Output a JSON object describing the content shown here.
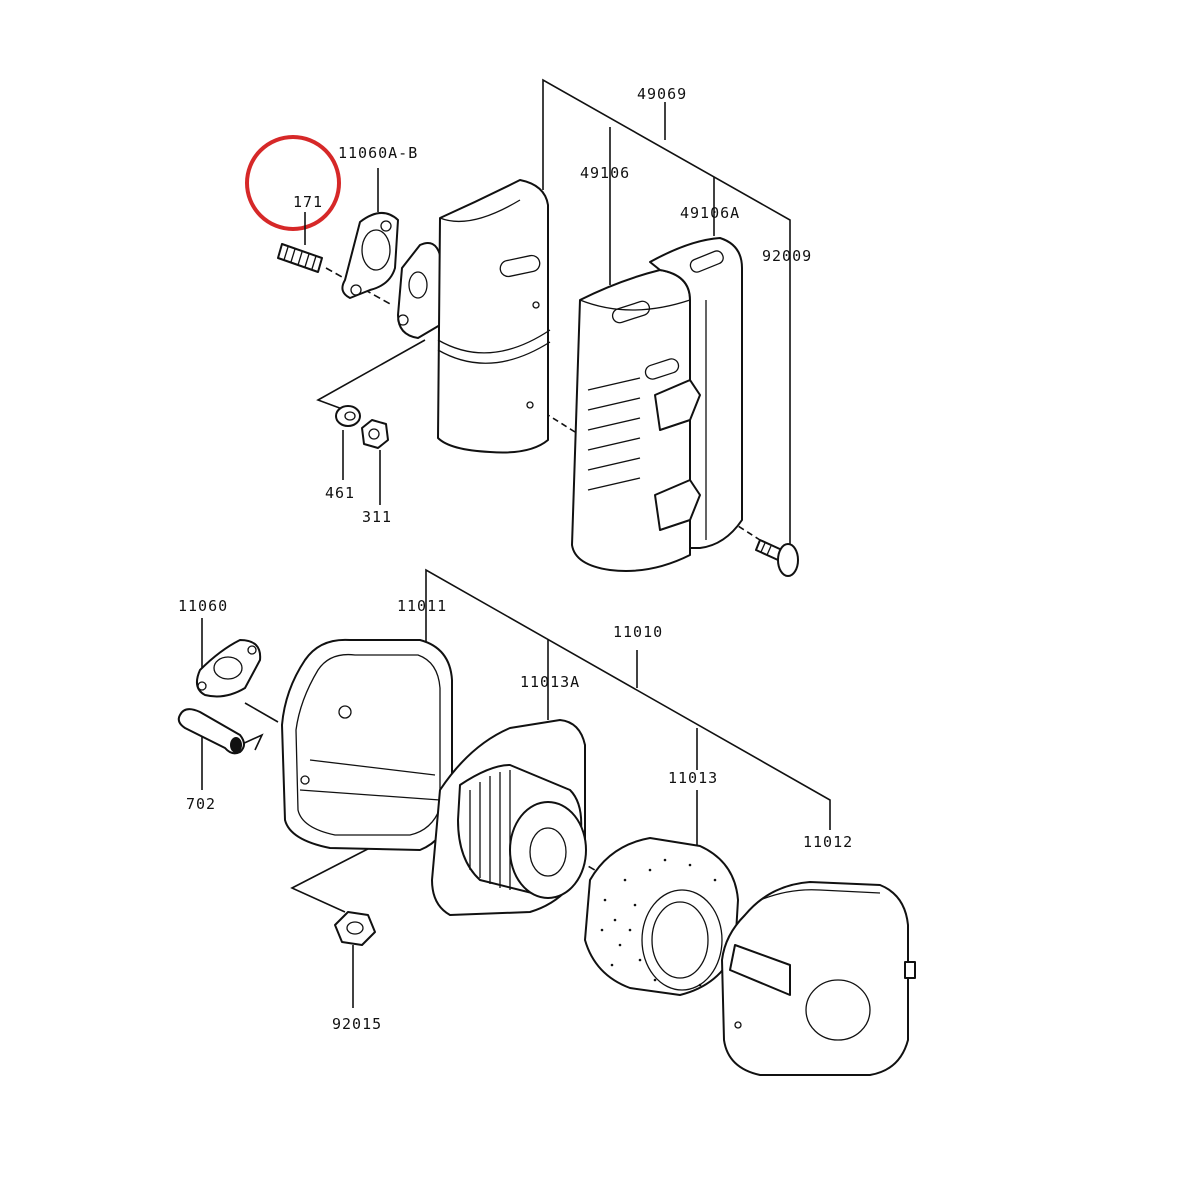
{
  "diagram": {
    "highlight_color": "#d62828",
    "labels": {
      "p171": "171",
      "p11060AB": "11060A-B",
      "p49069": "49069",
      "p49106": "49106",
      "p49106A": "49106A",
      "p92009": "92009",
      "p461": "461",
      "p311": "311",
      "p11060": "11060",
      "p11011": "11011",
      "p11010": "11010",
      "p11013A": "11013A",
      "p11013": "11013",
      "p11012": "11012",
      "p702": "702",
      "p92015": "92015"
    }
  }
}
